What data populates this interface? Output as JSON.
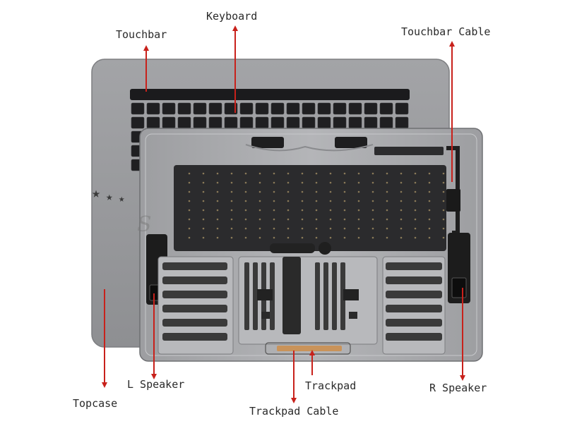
{
  "colors": {
    "arrow": "#c8211b",
    "label_text": "#2a2a2a",
    "topcase_silver": "#9a9b9e",
    "keyboard_dark": "#2b2b2d",
    "foam_dark": "#3a3a3a",
    "speaker_black": "#1c1c1c",
    "copper": "#c9935a"
  },
  "labels": {
    "keyboard": "Keyboard",
    "touchbar": "Touchbar",
    "touchbar_cable": "Touchbar Cable",
    "l_speaker": "L Speaker",
    "trackpad": "Trackpad",
    "r_speaker": "R Speaker",
    "topcase": "Topcase",
    "trackpad_cable": "Trackpad Cable"
  },
  "watermark": {
    "stars": [
      "★",
      "★",
      "★"
    ],
    "text": "S"
  }
}
